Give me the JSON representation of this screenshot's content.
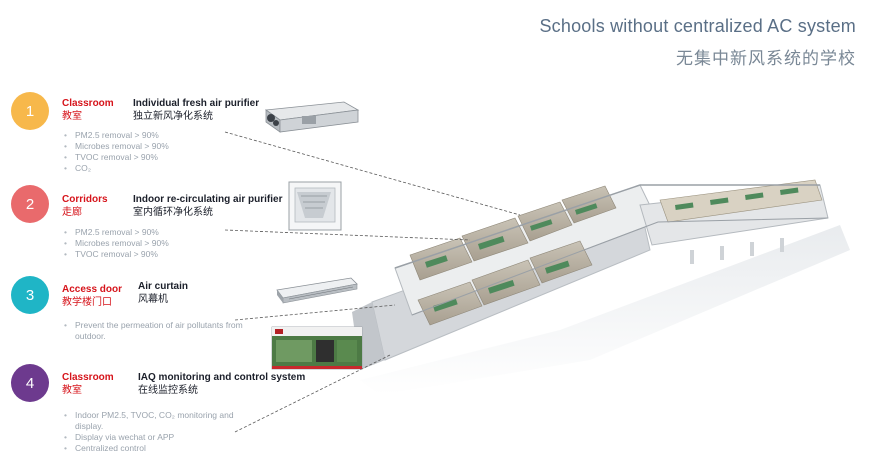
{
  "header": {
    "title_en": "Schools without centralized AC system",
    "title_cn": "无集中新风系统的学校"
  },
  "items": [
    {
      "number": "1",
      "color": "#f7b84b",
      "location_en": "Classroom",
      "location_cn": "教室",
      "device_en": "Individual fresh air purifier",
      "device_cn": "独立新风净化系统",
      "bullets": [
        "PM2.5 removal > 90%",
        "Microbes removal > 90%",
        "TVOC removal > 90%",
        "CO₂"
      ]
    },
    {
      "number": "2",
      "color": "#e96a6c",
      "location_en": "Corridors",
      "location_cn": "走廊",
      "device_en": "Indoor re-circulating air purifier",
      "device_cn": "室内循环净化系统",
      "bullets": [
        "PM2.5 removal > 90%",
        "Microbes removal > 90%",
        "TVOC removal > 90%"
      ]
    },
    {
      "number": "3",
      "color": "#1fb5c6",
      "location_en": "Access door",
      "location_cn": "教学楼门口",
      "device_en": "Air curtain",
      "device_cn": "风幕机",
      "bullets": [
        "Prevent the permeation of air pollutants from outdoor."
      ]
    },
    {
      "number": "4",
      "color": "#6d3a8e",
      "location_en": "Classroom",
      "location_cn": "教室",
      "device_en": "IAQ monitoring and control system",
      "device_cn": "在线监控系统",
      "bullets": [
        "Indoor PM2.5, TVOC, CO₂ monitoring and display.",
        "Display via wechat or APP",
        "Centralized control"
      ]
    }
  ]
}
